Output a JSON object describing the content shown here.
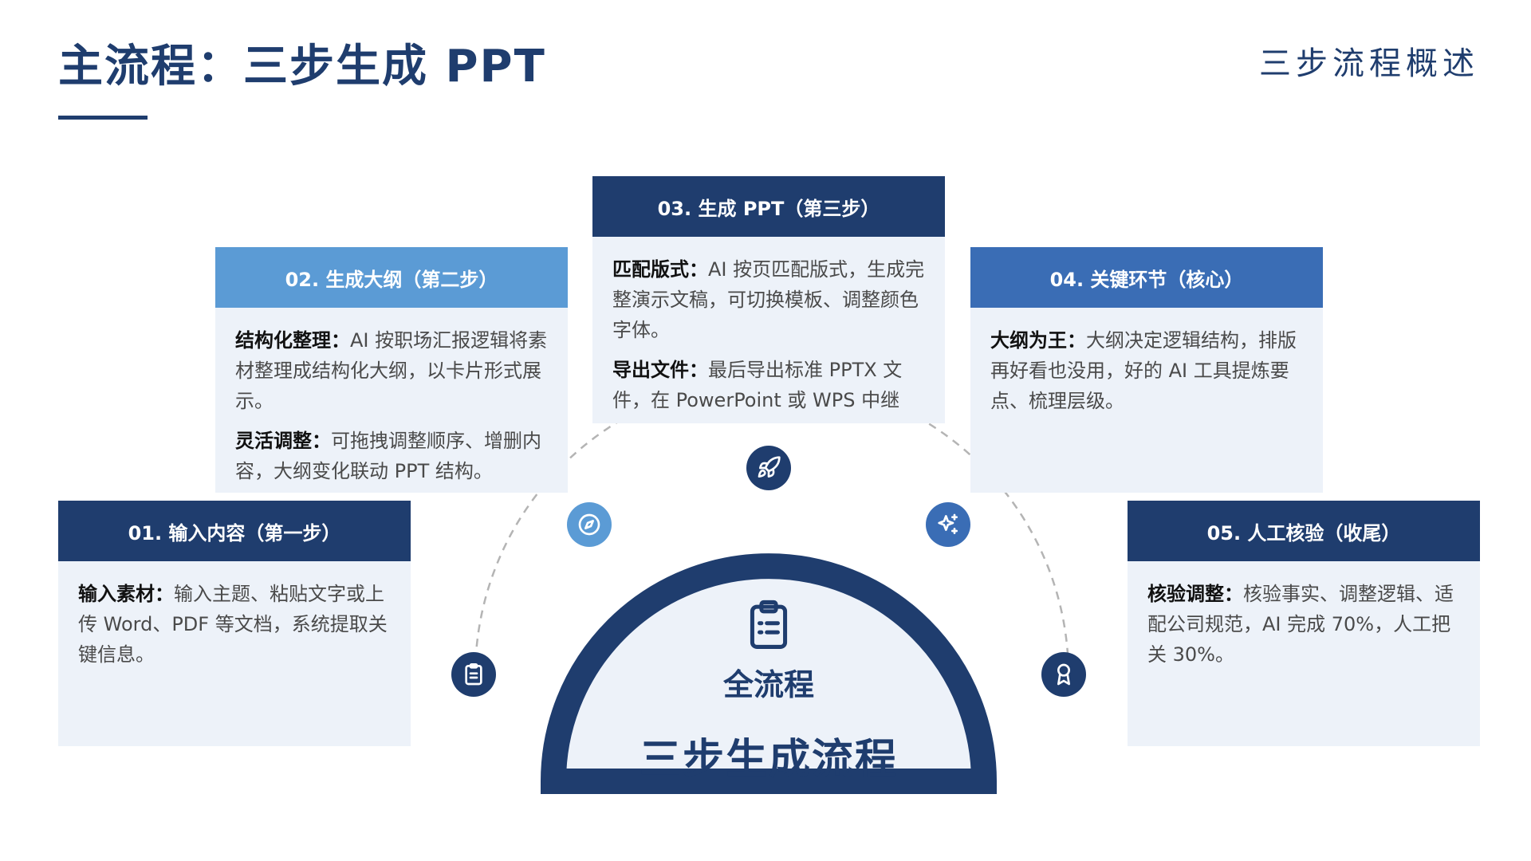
{
  "header": {
    "title": "主流程：三步生成 PPT",
    "subtitle": "三步流程概述"
  },
  "steps": [
    {
      "heading": "01.  输入内容（第一步）",
      "items": [
        {
          "label": "输入素材：",
          "text": "输入主题、粘贴文字或上传 Word、PDF 等文档，系统提取关键信息。"
        }
      ]
    },
    {
      "heading": "02.  生成大纲（第二步）",
      "items": [
        {
          "label": "结构化整理：",
          "text": "AI 按职场汇报逻辑将素材整理成结构化大纲，以卡片形式展示。"
        },
        {
          "label": "灵活调整：",
          "text": "可拖拽调整顺序、增删内容，大纲变化联动 PPT 结构。"
        }
      ]
    },
    {
      "heading": "03.  生成 PPT（第三步）",
      "items": [
        {
          "label": "匹配版式：",
          "text": "AI 按页匹配版式，生成完整演示文稿，可切换模板、调整颜色字体。"
        },
        {
          "label": "导出文件：",
          "text": "最后导出标准 PPTX 文件，在 PowerPoint 或 WPS 中继"
        }
      ]
    },
    {
      "heading": "04.  关键环节（核心）",
      "items": [
        {
          "label": "大纲为王：",
          "text": "大纲决定逻辑结构，排版再好看也没用，好的 AI 工具提炼要点、梳理层级。"
        }
      ]
    },
    {
      "heading": "05.  人工核验（收尾）",
      "items": [
        {
          "label": "核验调整：",
          "text": "核验事实、调整逻辑、适配公司规范，AI 完成 70%，人工把关 30%。"
        }
      ]
    }
  ],
  "center": {
    "icon": "clipboard-list-icon",
    "label": "全流程",
    "title": "三步生成流程"
  },
  "nodes": [
    "clipboard-icon",
    "compass-icon",
    "rocket-icon",
    "sparkles-icon",
    "award-icon"
  ],
  "colors": {
    "dark_navy": "#1f3d6e",
    "mid_blue": "#3a6db5",
    "light_blue": "#5b9bd5",
    "card_bg": "#edf2f9"
  }
}
